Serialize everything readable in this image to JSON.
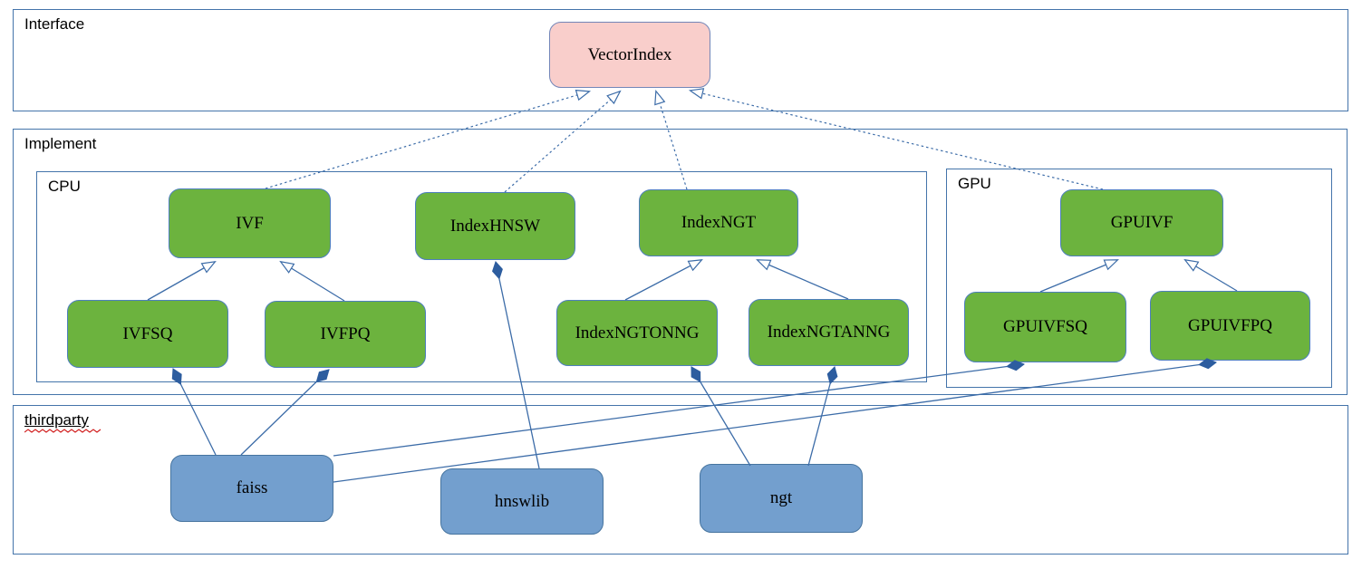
{
  "diagram": {
    "containers": {
      "interface": {
        "label": "Interface"
      },
      "implement": {
        "label": "Implement"
      },
      "cpu": {
        "label": "CPU"
      },
      "gpu": {
        "label": "GPU"
      },
      "thirdparty": {
        "label": "thirdparty"
      }
    },
    "nodes": {
      "vectorindex": {
        "label": "VectorIndex",
        "kind": "interface"
      },
      "ivf": {
        "label": "IVF",
        "kind": "cpu"
      },
      "indexhnsw": {
        "label": "IndexHNSW",
        "kind": "cpu"
      },
      "indexngt": {
        "label": "IndexNGT",
        "kind": "cpu"
      },
      "ivfsq": {
        "label": "IVFSQ",
        "kind": "cpu"
      },
      "ivfpq": {
        "label": "IVFPQ",
        "kind": "cpu"
      },
      "indexngtonng": {
        "label": "IndexNGTONNG",
        "kind": "cpu"
      },
      "indexngtanng": {
        "label": "IndexNGTANNG",
        "kind": "cpu"
      },
      "gpuivf": {
        "label": "GPUIVF",
        "kind": "gpu"
      },
      "gpuivfsq": {
        "label": "GPUIVFSQ",
        "kind": "gpu"
      },
      "gpuivfpq": {
        "label": "GPUIVFPQ",
        "kind": "gpu"
      },
      "faiss": {
        "label": "faiss",
        "kind": "thirdparty"
      },
      "hnswlib": {
        "label": "hnswlib",
        "kind": "thirdparty"
      },
      "ngt": {
        "label": "ngt",
        "kind": "thirdparty"
      }
    },
    "edges": [
      {
        "from": "ivf",
        "to": "vectorindex",
        "type": "realization-dashed-hollow-arrow"
      },
      {
        "from": "indexhnsw",
        "to": "vectorindex",
        "type": "realization-dashed-hollow-arrow"
      },
      {
        "from": "indexngt",
        "to": "vectorindex",
        "type": "realization-dashed-hollow-arrow"
      },
      {
        "from": "gpuivf",
        "to": "vectorindex",
        "type": "realization-dashed-hollow-arrow"
      },
      {
        "from": "ivfsq",
        "to": "ivf",
        "type": "generalization-hollow-arrow"
      },
      {
        "from": "ivfpq",
        "to": "ivf",
        "type": "generalization-hollow-arrow"
      },
      {
        "from": "indexngtonng",
        "to": "indexngt",
        "type": "generalization-hollow-arrow"
      },
      {
        "from": "indexngtanng",
        "to": "indexngt",
        "type": "generalization-hollow-arrow"
      },
      {
        "from": "gpuivfsq",
        "to": "gpuivf",
        "type": "generalization-hollow-arrow"
      },
      {
        "from": "gpuivfpq",
        "to": "gpuivf",
        "type": "generalization-hollow-arrow"
      },
      {
        "from": "faiss",
        "to": "ivfsq",
        "type": "composition-filled-diamond"
      },
      {
        "from": "faiss",
        "to": "ivfpq",
        "type": "composition-filled-diamond"
      },
      {
        "from": "faiss",
        "to": "gpuivfsq",
        "type": "composition-filled-diamond"
      },
      {
        "from": "faiss",
        "to": "gpuivfpq",
        "type": "composition-filled-diamond"
      },
      {
        "from": "hnswlib",
        "to": "indexhnsw",
        "type": "composition-filled-diamond"
      },
      {
        "from": "ngt",
        "to": "indexngtonng",
        "type": "composition-filled-diamond"
      },
      {
        "from": "ngt",
        "to": "indexngtanng",
        "type": "composition-filled-diamond"
      }
    ],
    "colors": {
      "node_green": "#6cb33e",
      "node_pink": "#f9cecb",
      "node_blue": "#739fce",
      "connector_blue": "#3c6ca8",
      "container_border_blue": "#4474aa",
      "spellcheck_red": "#d01818"
    }
  }
}
